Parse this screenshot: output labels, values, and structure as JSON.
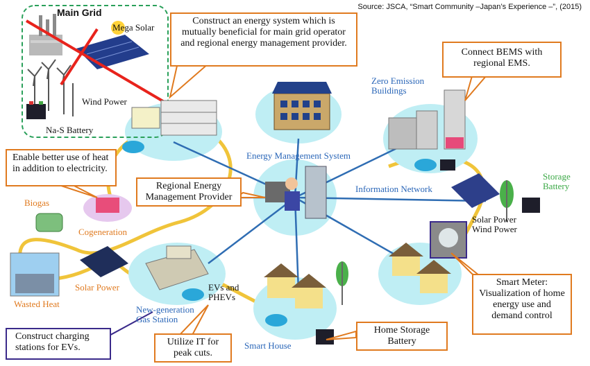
{
  "source": "Source: JSCA, “Smart Community –Japan’s Experience –”, (2015)",
  "main_grid": {
    "title": "Main Grid",
    "mega_solar": "Mega Solar",
    "wind_power": "Wind Power",
    "nas_battery": "Na-S Battery"
  },
  "callouts": {
    "mutual": "Construct an energy system which is mutually beneficial for main grid operator and regional energy management provider.",
    "bems": "Connect BEMS with regional EMS.",
    "heat": "Enable better use of heat in addition to electricity.",
    "regional_provider": "Regional Energy Management Provider",
    "charging": "Construct charging stations for EVs.",
    "it_peak": "Utilize IT for peak cuts.",
    "home_storage": "Home Storage Battery",
    "smart_meter": "Smart Meter: Visualization of home energy use and demand control"
  },
  "labels": {
    "zero_emission": "Zero Emission Buildings",
    "ems": "Energy Management System",
    "info_network": "Information Network",
    "storage_battery": "Storage Battery",
    "solar_wind": "Solar Power Wind Power",
    "biogas": "Biogas",
    "cogeneration": "Cogeneration",
    "solar_power": "Solar Power",
    "wasted_heat": "Wasted Heat",
    "new_gen_gas": "New-generation Gas Station",
    "evs_phevs": "EVs and PHEVs",
    "smart_house": "Smart House"
  },
  "colors": {
    "callout_border": "#e07a1f",
    "purple_border": "#3a2a8a",
    "network_line": "#2f6db3",
    "heat_ring": "#f0c43a",
    "bubble": "#bfeef4",
    "grid_box": "#2aa05a",
    "cross": "#e8231c"
  }
}
